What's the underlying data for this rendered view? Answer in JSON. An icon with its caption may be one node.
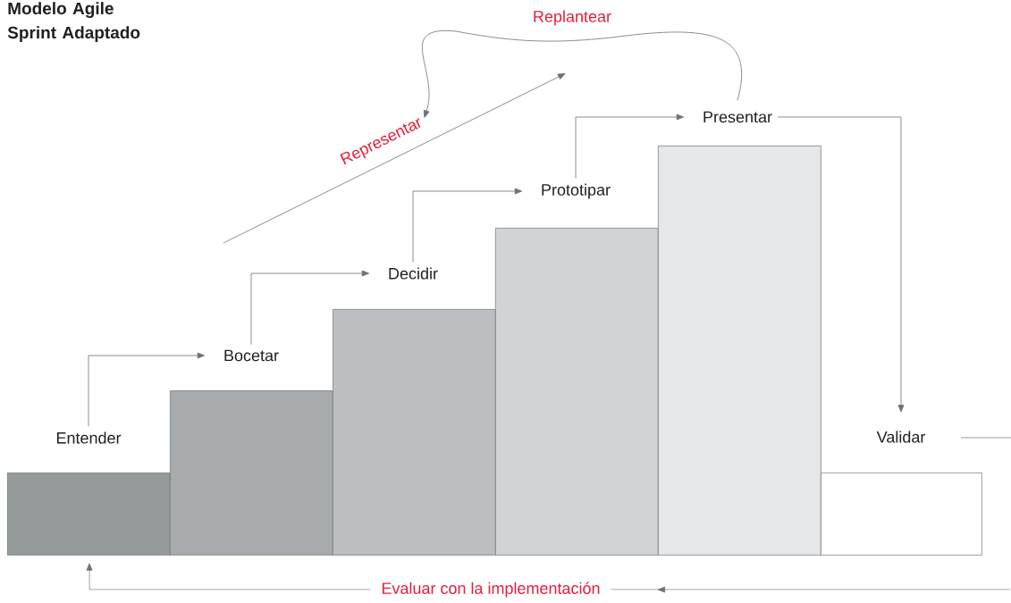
{
  "diagram": {
    "title": "Modelo Agile Sprint Adaptado",
    "nodes": [
      {
        "text": [
          "Entender"
        ]
      },
      {
        "text": [
          "Bocetar"
        ]
      },
      {
        "text": [
          "Decidir"
        ]
      },
      {
        "text": [
          "Prototipar"
        ]
      },
      {
        "text": [
          "Presentar"
        ]
      },
      {
        "text": [
          "Validar"
        ]
      },
      {
        "text": [],
        "shape": "bar"
      },
      {
        "text": [],
        "shape": "bar"
      },
      {
        "text": [],
        "shape": "bar"
      },
      {
        "text": [],
        "shape": "bar"
      },
      {
        "text": [],
        "shape": "bar"
      },
      {
        "text": [],
        "shape": "bar"
      },
      {
        "text": [
          "Representar"
        ]
      }
    ],
    "edges": [
      {
        "from": 0,
        "to": 1,
        "arrow": "to"
      },
      {
        "from": 1,
        "to": 2,
        "arrow": "to"
      },
      {
        "from": 2,
        "to": 3,
        "arrow": "to"
      },
      {
        "from": 3,
        "to": 4,
        "arrow": "to"
      },
      {
        "from": 4,
        "to": 5,
        "arrow": "to"
      },
      {
        "from": 4,
        "to": 12,
        "arrow": "to",
        "label": "Replantear"
      },
      {
        "from": null,
        "to": 6,
        "arrow": "to",
        "label": "Evaluar con la implementación"
      }
    ],
    "labels": []
  }
}
